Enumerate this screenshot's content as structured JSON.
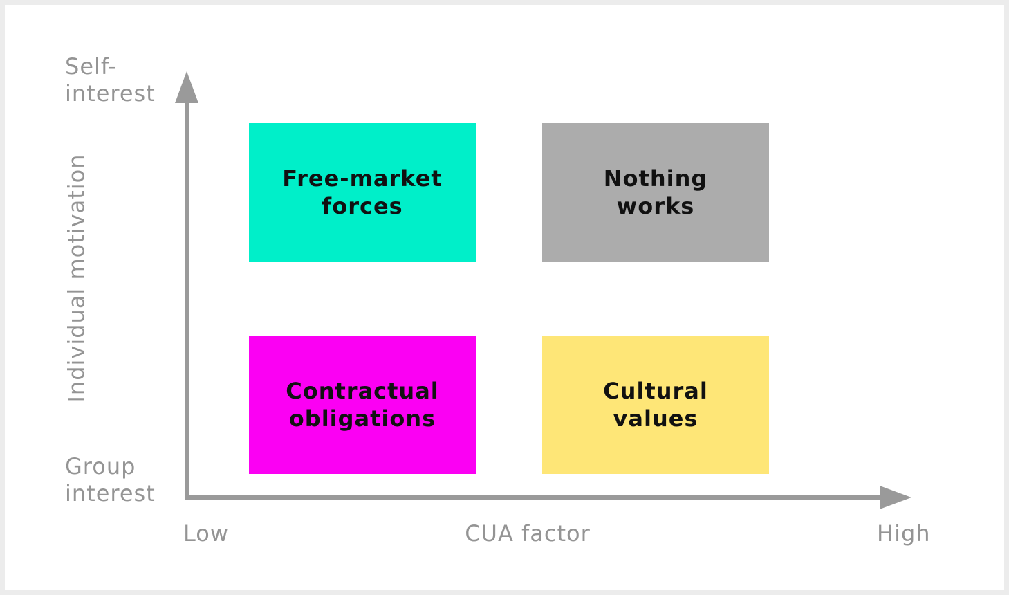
{
  "y_axis": {
    "title": "Individual motivation",
    "top_line1": "Self-",
    "top_line2": "interest",
    "bottom_line1": "Group",
    "bottom_line2": "interest"
  },
  "x_axis": {
    "title": "CUA factor",
    "low": "Low",
    "high": "High"
  },
  "quadrants": [
    {
      "position": "top-left",
      "line1": "Free-market",
      "line2": "forces",
      "color": "#00efc9"
    },
    {
      "position": "top-right",
      "line1": "Nothing",
      "line2": "works",
      "color": "#acacac"
    },
    {
      "position": "bottom-left",
      "line1": "Contractual",
      "line2": "obligations",
      "color": "#fb00f3"
    },
    {
      "position": "bottom-right",
      "line1": "Cultural",
      "line2": "values",
      "color": "#fee677"
    }
  ],
  "colors": {
    "axis": "#9a9a9a",
    "axis_text": "#949494",
    "background": "#ffffff",
    "frame": "#ececec"
  }
}
